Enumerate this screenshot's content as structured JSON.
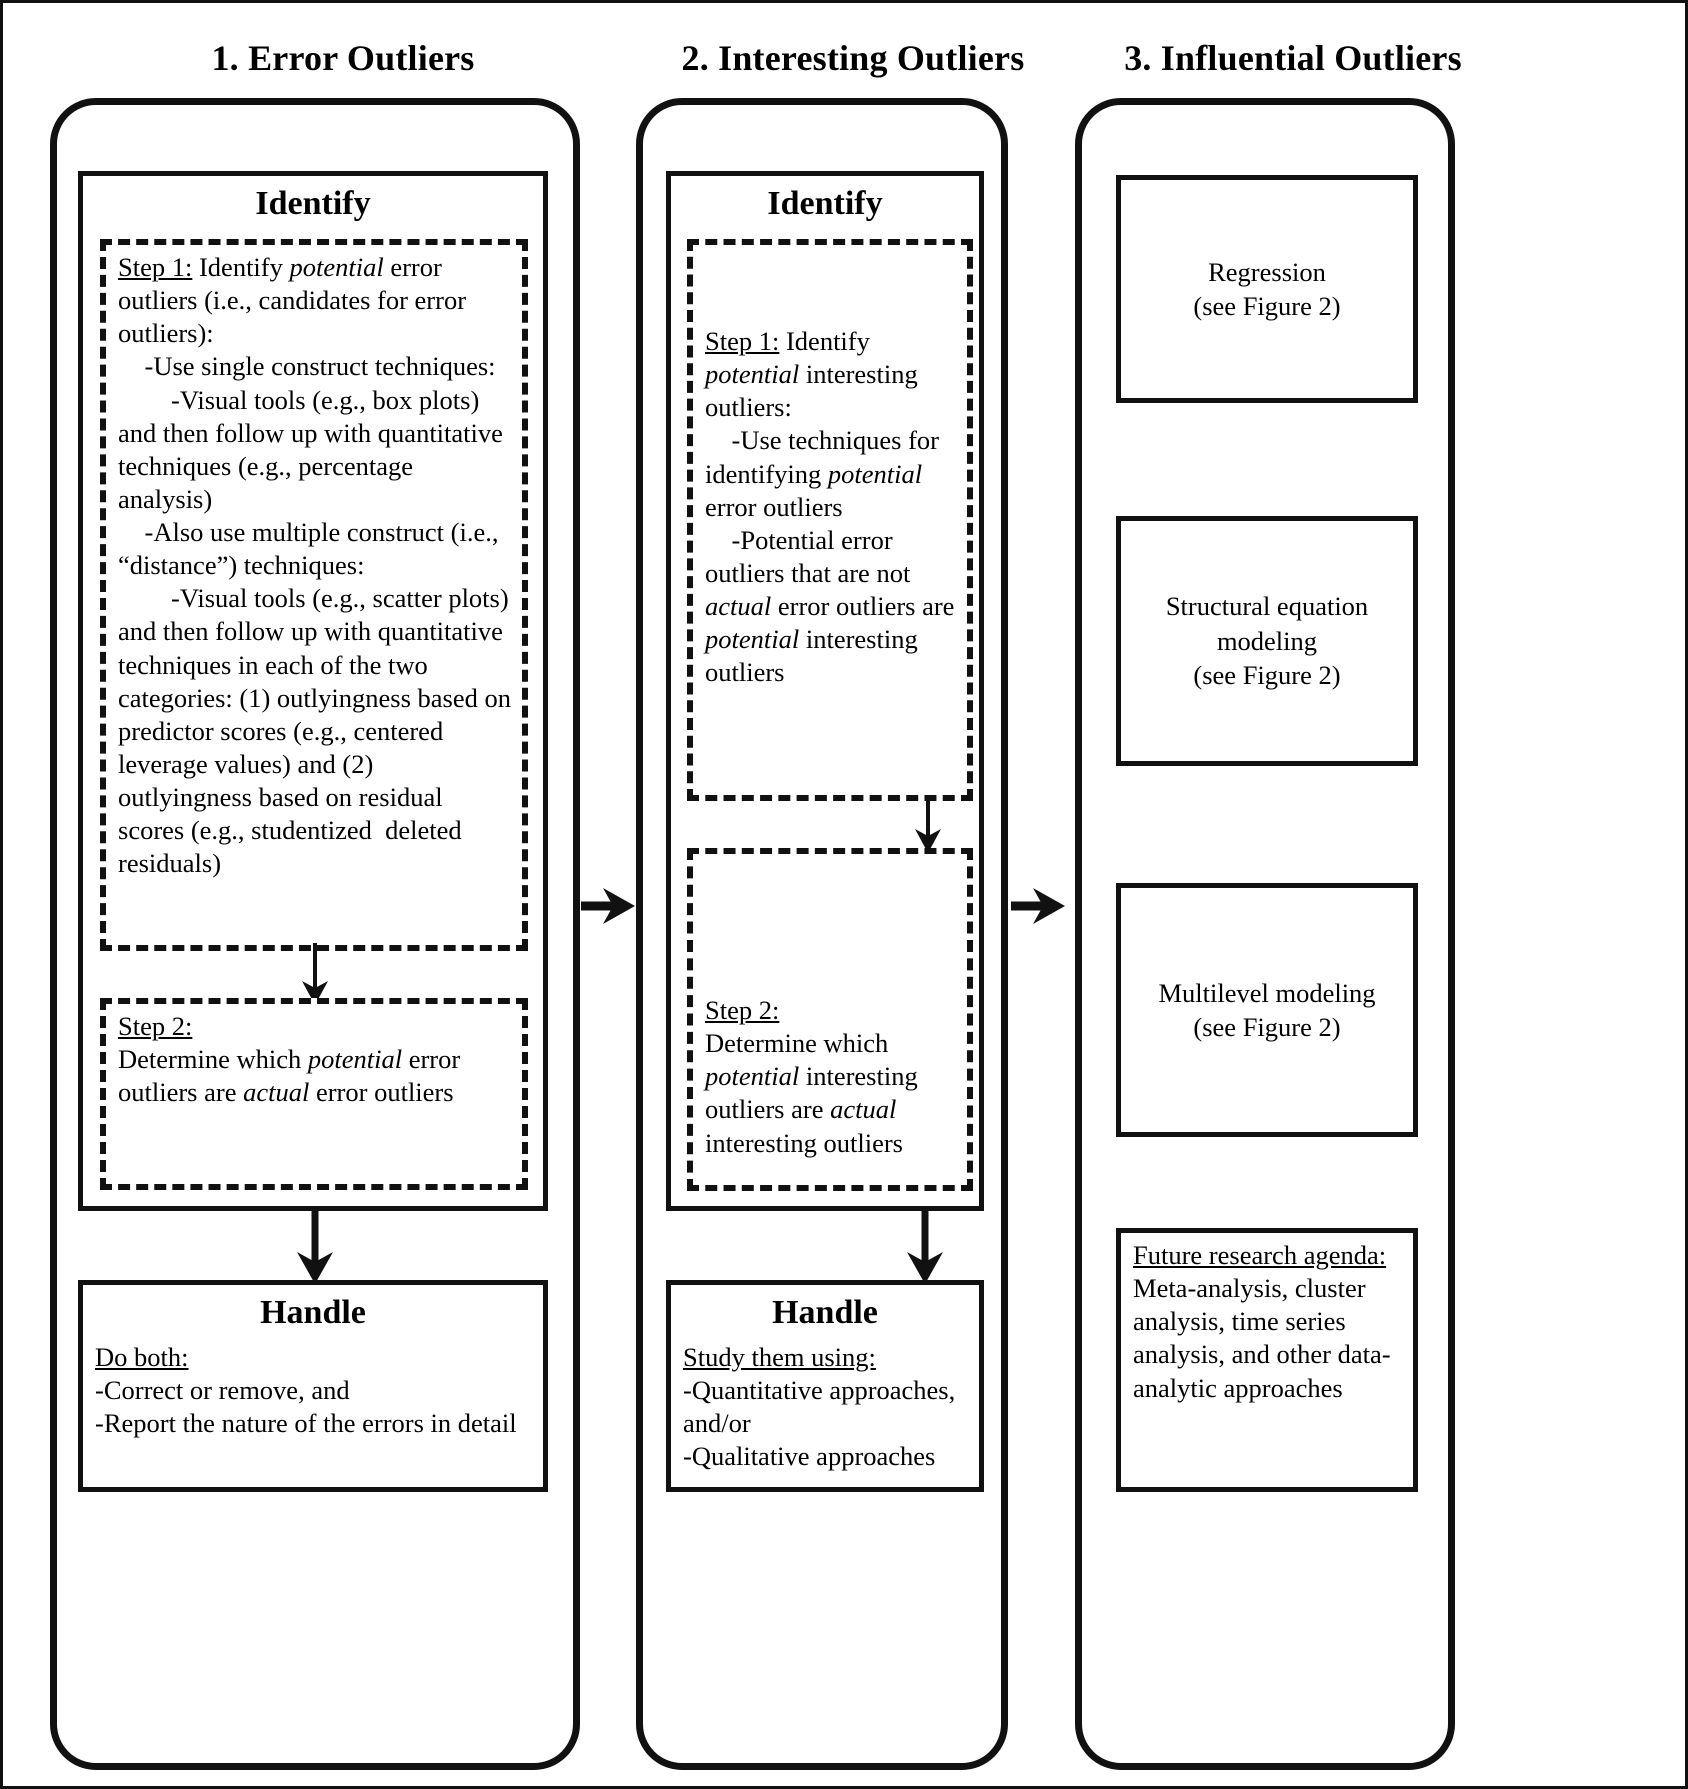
{
  "figure": {
    "columns": [
      {
        "id": "error-outliers",
        "title": "1. Error Outliers",
        "identify_label": "Identify",
        "step1": {
          "label": "Step 1:",
          "text": " Identify potential error outliers (i.e., candidates for error outliers):\n    -Use single construct techniques:\n        -Visual tools (e.g., box plots) and then follow up with quantitative techniques (e.g., percentage analysis)\n    -Also use multiple construct (i.e., “distance”) techniques:\n        -Visual tools (e.g., scatter plots) and then follow up with quantitative techniques in each of the two categories: (1) outlyingness based on predictor scores (e.g., centered leverage values) and (2) outlyingness based on residual scores (e.g., studentized  deleted residuals)"
        },
        "step2": {
          "label": "Step 2:",
          "text": "\nDetermine which potential error outliers are actual error outliers"
        },
        "handle_label": "Handle",
        "handle": {
          "lead": "Do both:",
          "text": "\n-Correct or remove, and\n-Report the nature of the errors in detail"
        }
      },
      {
        "id": "interesting-outliers",
        "title": "2. Interesting Outliers",
        "identify_label": "Identify",
        "step1": {
          "label": "Step 1:",
          "text": " Identify potential interesting outliers:\n    -Use techniques for identifying potential error outliers\n    -Potential error outliers that are not actual error outliers are potential interesting outliers"
        },
        "step2": {
          "label": "Step 2:",
          "text": "\nDetermine which potential interesting outliers are actual interesting outliers"
        },
        "handle_label": "Handle",
        "handle": {
          "lead": "Study them using:",
          "text": "\n-Quantitative approaches, and/or\n-Qualitative approaches"
        }
      },
      {
        "id": "influential-outliers",
        "title": "3. Influential Outliers",
        "boxes": [
          {
            "text": "Regression\n(see Figure 2)"
          },
          {
            "text": "Structural equation modeling\n(see Figure 2)"
          },
          {
            "text": "Multilevel modeling\n(see Figure 2)"
          }
        ],
        "future": {
          "lead": "Future research agenda:",
          "text": "\nMeta-analysis, cluster analysis, time series analysis, and other data-analytic approaches"
        }
      }
    ],
    "connectors": {
      "stage1_to_stage2": "arrow-right",
      "stage2_to_stage3": "arrow-right",
      "c1_step1_to_step2": "arrow-down",
      "c1_identify_to_handle": "arrow-down",
      "c2_step1_to_step2": "arrow-down",
      "c2_identify_to_handle": "arrow-down"
    },
    "colors": {
      "ink": "#111111",
      "paper": "#ffffff"
    }
  }
}
